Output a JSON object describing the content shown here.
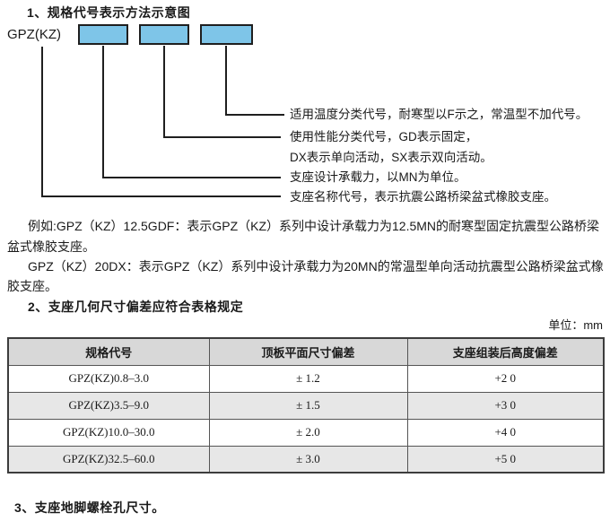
{
  "colors": {
    "box_fill": "#7EC5E8",
    "diagram_line": "#1f1f1f",
    "table_header_bg": "#D8D8D8",
    "table_alt_row_bg": "#E7E7E7"
  },
  "section1": {
    "heading": "1、规格代号表示方法示意图",
    "diagram": {
      "prefix_label": "GPZ(KZ)",
      "annotations": [
        "适用温度分类代号，耐寒型以F示之，常温型不加代号。",
        "使用性能分类代号，GD表示固定，",
        "DX表示单向活动，SX表示双向活动。",
        "支座设计承载力，以MN为单位。",
        "支座名称代号，表示抗震公路桥梁盆式橡胶支座。"
      ]
    },
    "example_lines": [
      "例如:GPZ（KZ）12.5GDF：表示GPZ（KZ）系列中设计承载力为12.5MN的耐寒型固定抗震型公路桥梁",
      "盆式橡胶支座。",
      "GPZ（KZ）20DX：表示GPZ（KZ）系列中设计承载力为20MN的常温型单向活动抗震型公路桥梁盆式橡",
      "胶支座。"
    ]
  },
  "section2": {
    "heading": "2、支座几何尺寸偏差应符合表格规定",
    "unit_label": "单位：mm",
    "table": {
      "headers": [
        "规格代号",
        "顶板平面尺寸偏差",
        "支座组装后高度偏差"
      ],
      "rows": [
        [
          "GPZ(KZ)0.8–3.0",
          "± 1.2",
          "+2 0"
        ],
        [
          "GPZ(KZ)3.5–9.0",
          "± 1.5",
          "+3 0"
        ],
        [
          "GPZ(KZ)10.0–30.0",
          "± 2.0",
          "+4 0"
        ],
        [
          "GPZ(KZ)32.5–60.0",
          "± 3.0",
          "+5 0"
        ]
      ]
    }
  },
  "section3": {
    "heading": "3、支座地脚螺栓孔尺寸。"
  }
}
